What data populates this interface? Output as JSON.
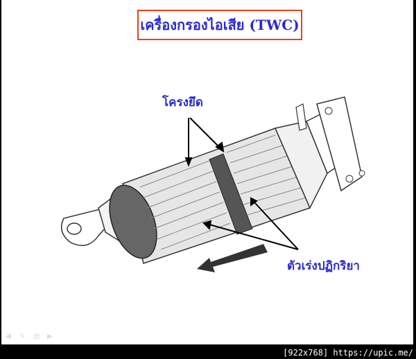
{
  "slide": {
    "title": "เครื่องกรองไอเสีย (TWC)",
    "title_border_color": "#e8401c",
    "label_color": "#2a2ad0",
    "labels": {
      "frame": "โครงยึด",
      "catalyst": "ตัวเร่งปฏิกริยา"
    }
  },
  "footer": {
    "icons": [
      "prev-icon",
      "pen-icon",
      "menu-icon",
      "next-icon"
    ]
  },
  "watermark": "[922x768] https://upic.me/"
}
